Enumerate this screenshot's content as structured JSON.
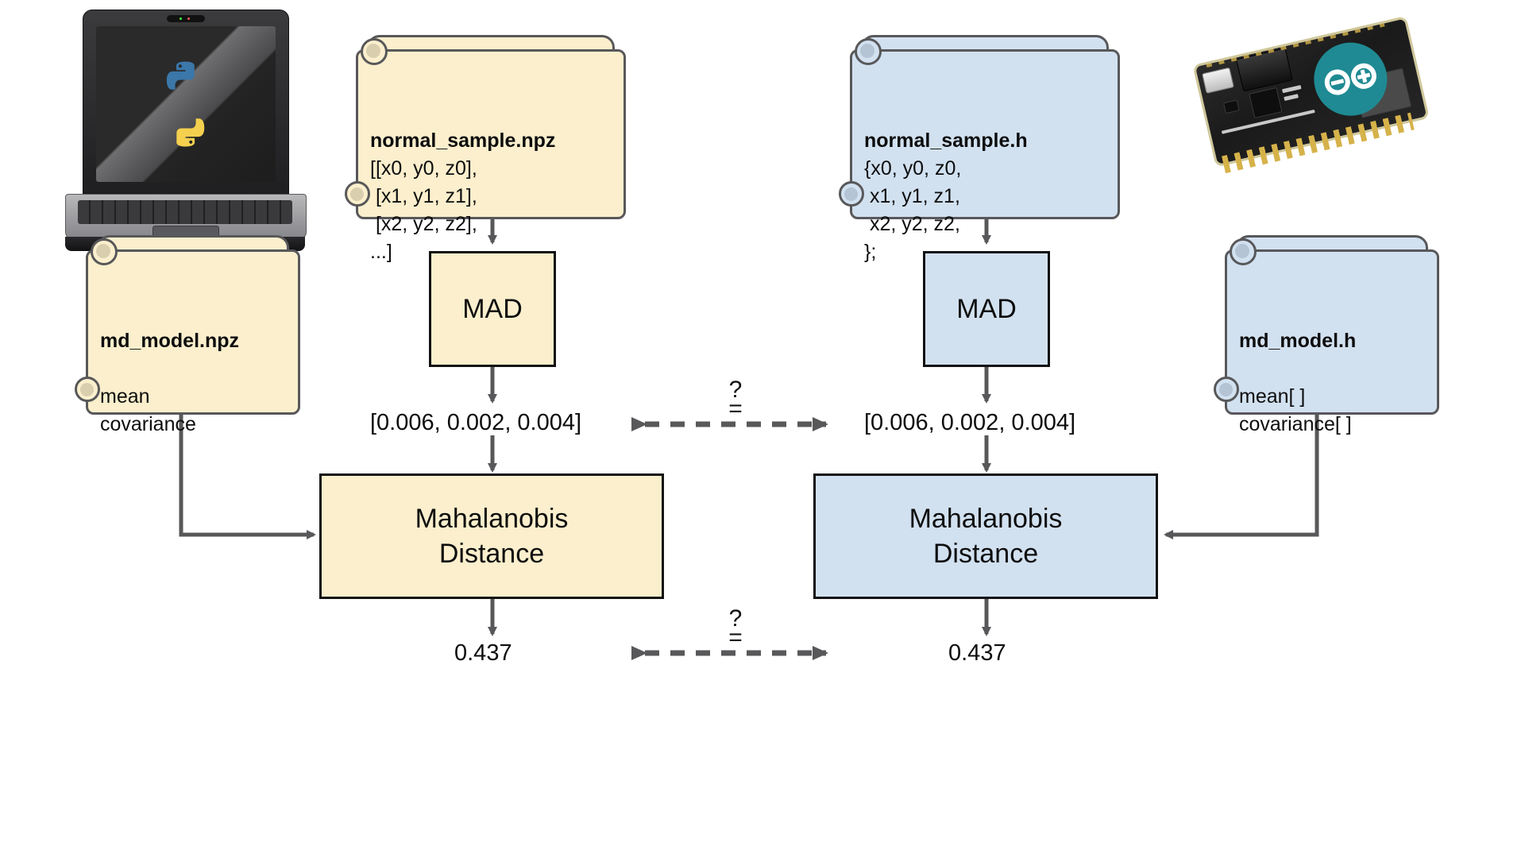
{
  "diagram": {
    "title": "Python vs Arduino Mahalanobis Distance verification pipeline",
    "colors": {
      "cream_fill": "#fbefcd",
      "blue_fill": "#d2e1f0",
      "note_border": "#58585a",
      "box_border": "#111111",
      "arrow": "#58585a",
      "python_blue": "#3b77a9",
      "python_yellow": "#f4d04e",
      "arduino_teal": "#1f8a93"
    }
  },
  "devices": {
    "left": {
      "name": "laptop-python",
      "logo": "python-logo",
      "label": "Python laptop"
    },
    "right": {
      "name": "arduino-board",
      "logo": "arduino-infinity-logo",
      "label": "Arduino Nano board"
    }
  },
  "notes": {
    "sample_py": {
      "title": "normal_sample.npz",
      "lines": [
        "[[x0, y0, z0],",
        " [x1, y1, z1],",
        " [x2, y2, z2],",
        "...]"
      ],
      "variant": "cream"
    },
    "sample_c": {
      "title": "normal_sample.h",
      "lines": [
        "{x0, y0, z0,",
        " x1, y1, z1,",
        " x2, y2, z2,",
        "};"
      ],
      "variant": "blue"
    },
    "model_py": {
      "title": "md_model.npz",
      "lines": [
        "",
        "mean",
        "covariance"
      ],
      "variant": "cream"
    },
    "model_c": {
      "title": "md_model.h",
      "lines": [
        "",
        "mean[ ]",
        "covariance[ ]"
      ],
      "variant": "blue"
    }
  },
  "boxes": {
    "mad_py": {
      "label": "MAD",
      "variant": "cream"
    },
    "mad_c": {
      "label": "MAD",
      "variant": "blue"
    },
    "mahal_py": {
      "label": "Mahalanobis\nDistance",
      "variant": "cream"
    },
    "mahal_c": {
      "label": "Mahalanobis\nDistance",
      "variant": "blue"
    }
  },
  "values": {
    "mad_out_py": "[0.006, 0.002, 0.004]",
    "mad_out_c": "[0.006, 0.002, 0.004]",
    "md_out_py": "0.437",
    "md_out_c": "0.437"
  },
  "comparisons": {
    "top": {
      "question": "?",
      "equals": "=",
      "name": "mad-output-equality-check"
    },
    "bottom": {
      "question": "?",
      "equals": "=",
      "name": "distance-equality-check"
    }
  }
}
